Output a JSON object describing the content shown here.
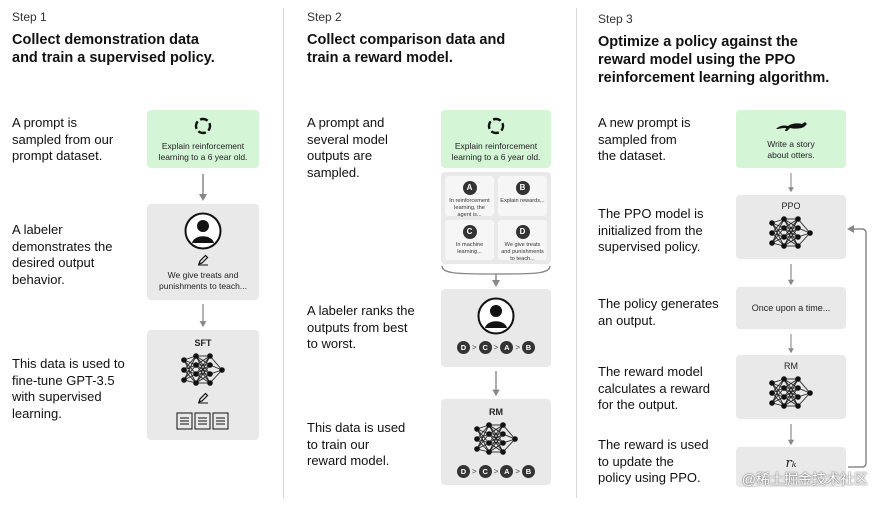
{
  "step1": {
    "label": "Step 1",
    "title": [
      "Collect demonstration data",
      "and train a supervised policy."
    ],
    "desc1": [
      "A prompt is",
      "sampled from our",
      "prompt dataset."
    ],
    "desc2": [
      "A labeler",
      "demonstrates the",
      "desired output",
      "behavior."
    ],
    "desc3": [
      "This data is used to",
      "fine-tune GPT-3.5",
      "with supervised",
      "learning."
    ],
    "prompt": [
      "Explain reinforcement",
      "learning to a 6 year old."
    ],
    "demo_text": [
      "We give treats and",
      "punishments to teach..."
    ],
    "model": "SFT"
  },
  "step2": {
    "label": "Step 2",
    "title": [
      "Collect comparison data and",
      "train a reward model."
    ],
    "desc1": [
      "A prompt and",
      "several model",
      "outputs are",
      "sampled."
    ],
    "desc2": [
      "A labeler ranks the",
      "outputs from best",
      "to worst."
    ],
    "desc3": [
      "This data is used",
      "to train our",
      "reward model."
    ],
    "prompt": [
      "Explain reinforcement",
      "learning to a 6 year old."
    ],
    "outputs": [
      {
        "letter": "A",
        "text": "In reinforcement learning, the agent is..."
      },
      {
        "letter": "B",
        "text": "Explain rewards..."
      },
      {
        "letter": "C",
        "text": "In machine learning..."
      },
      {
        "letter": "D",
        "text": "We give treats and punishments to teach..."
      }
    ],
    "ranking": [
      "D",
      "C",
      "A",
      "B"
    ],
    "model": "RM"
  },
  "step3": {
    "label": "Step 3",
    "title": [
      "Optimize a policy against the",
      "reward model using the PPO",
      "reinforcement learning algorithm."
    ],
    "desc1": [
      "A new prompt is",
      "sampled from",
      "the dataset."
    ],
    "desc2": [
      "The PPO model is",
      "initialized from the",
      "supervised policy."
    ],
    "desc3": [
      "The policy generates",
      "an output."
    ],
    "desc4": [
      "The reward model",
      "calculates a reward",
      "for the output."
    ],
    "desc5": [
      "The reward is used",
      "to update the",
      "policy using PPO."
    ],
    "prompt": [
      "Write a story",
      "about otters."
    ],
    "ppo": "PPO",
    "output": "Once upon a time...",
    "rm": "RM",
    "reward": "rₖ"
  },
  "watermark": "@稀土掘金技术社区",
  "colors": {
    "prompt_box": "#d5f5d7",
    "panel": "#f3f3f3",
    "box": "#e9e9e9",
    "ink": "#222222"
  }
}
